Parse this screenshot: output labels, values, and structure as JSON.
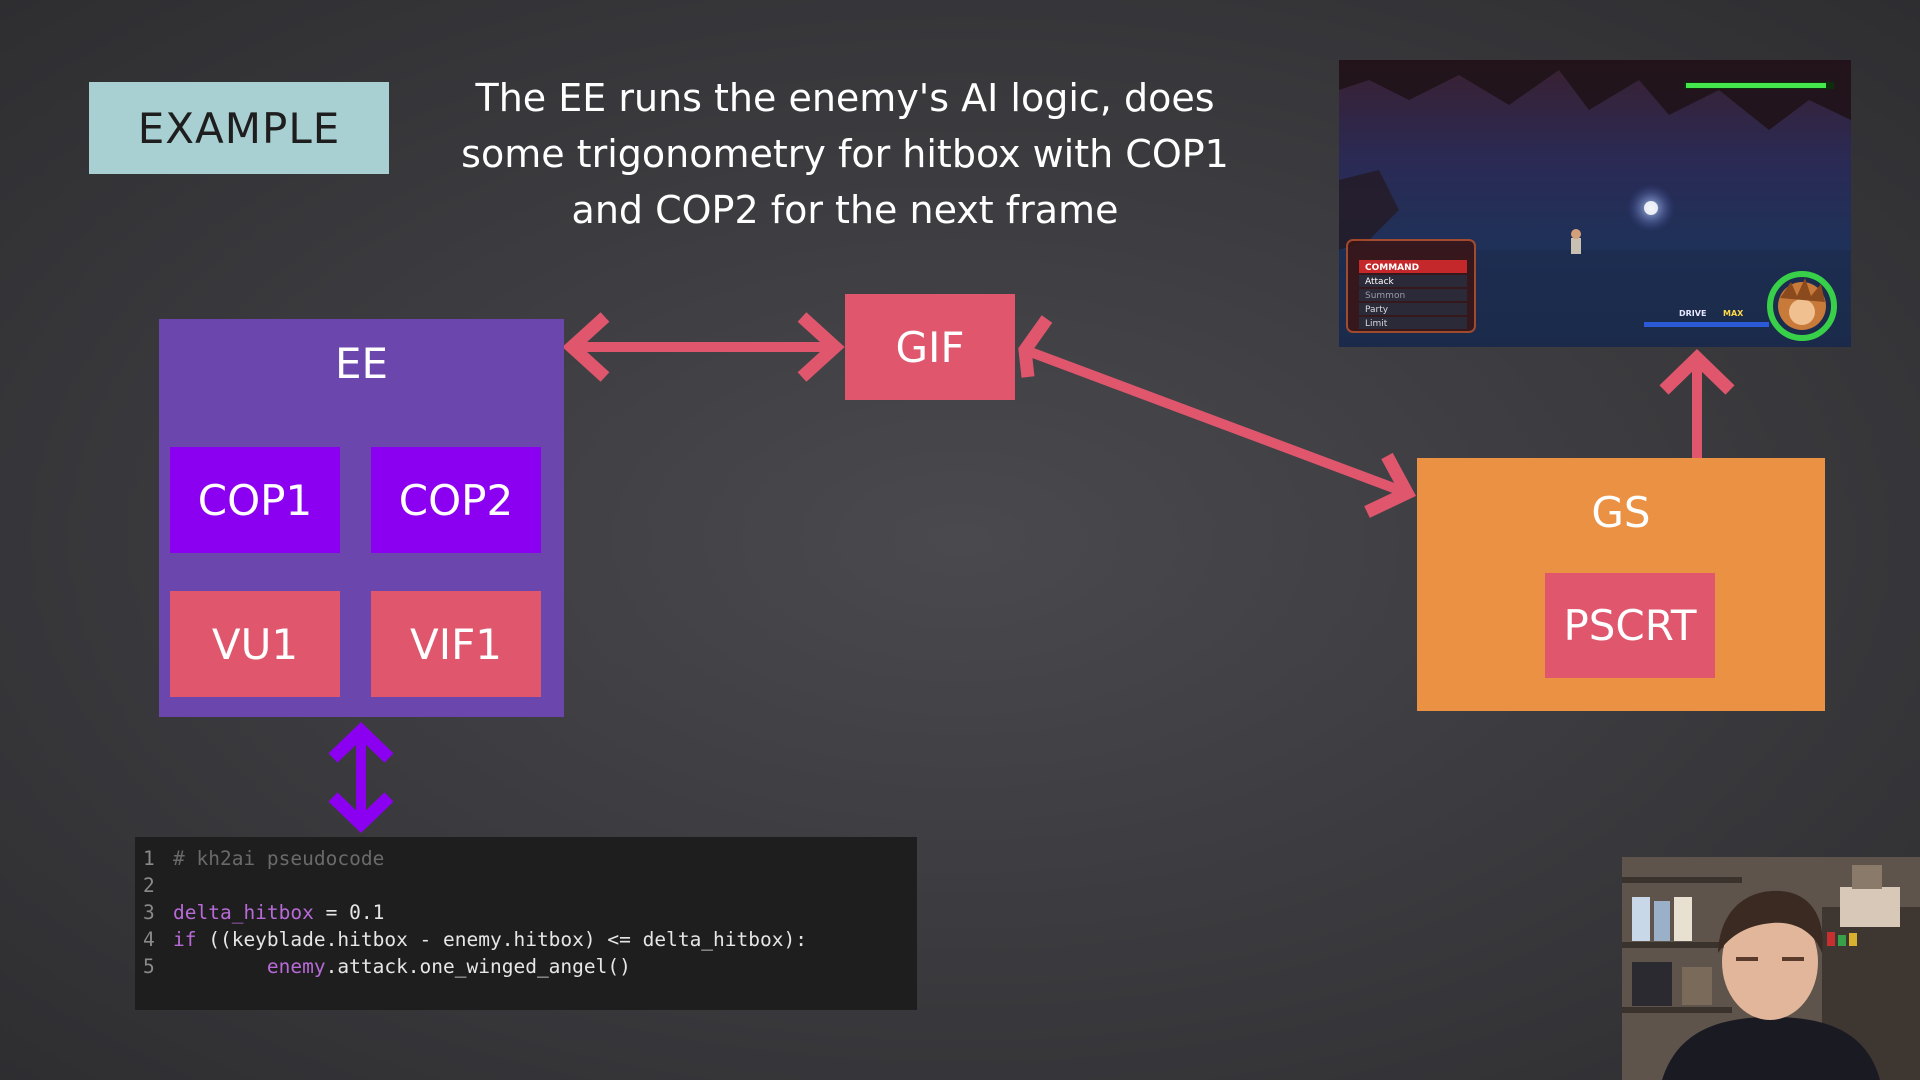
{
  "slide": {
    "badge_label": "EXAMPLE",
    "caption_line1": "The EE runs the enemy's AI logic, does",
    "caption_line2": "some trigonometry for hitbox with COP1",
    "caption_line3": "and COP2 for the next frame"
  },
  "diagram": {
    "ee_label": "EE",
    "cop1_label": "COP1",
    "cop2_label": "COP2",
    "vu1_label": "VU1",
    "vif1_label": "VIF1",
    "gif_label": "GIF",
    "gs_label": "GS",
    "pscrt_label": "PSCRT",
    "colors": {
      "ee": "#6b46ad",
      "cop": "#8b00f0",
      "unit": "#e0566d",
      "gs": "#eb9143",
      "arrow_pink": "#e0566d",
      "arrow_purple": "#8b00f0",
      "badge": "#a8cfd1"
    }
  },
  "game_hud": {
    "menu_title": "COMMAND",
    "menu_items": [
      "Attack",
      "Summon",
      "Party",
      "Limit"
    ],
    "drive_label": "DRIVE",
    "max_label": "MAX"
  },
  "code": {
    "lines": [
      {
        "num": "1",
        "text": "# kh2ai pseudocode"
      },
      {
        "num": "2",
        "text": ""
      },
      {
        "num": "3",
        "var": "delta_hitbox",
        "rest": " = 0.1"
      },
      {
        "num": "4",
        "kw": "if",
        "rest": " ((keyblade.hitbox - enemy.hitbox) <= delta_hitbox):"
      },
      {
        "num": "5",
        "indent": "        ",
        "var": "enemy",
        "rest": ".attack.one_winged_angel()"
      }
    ]
  }
}
